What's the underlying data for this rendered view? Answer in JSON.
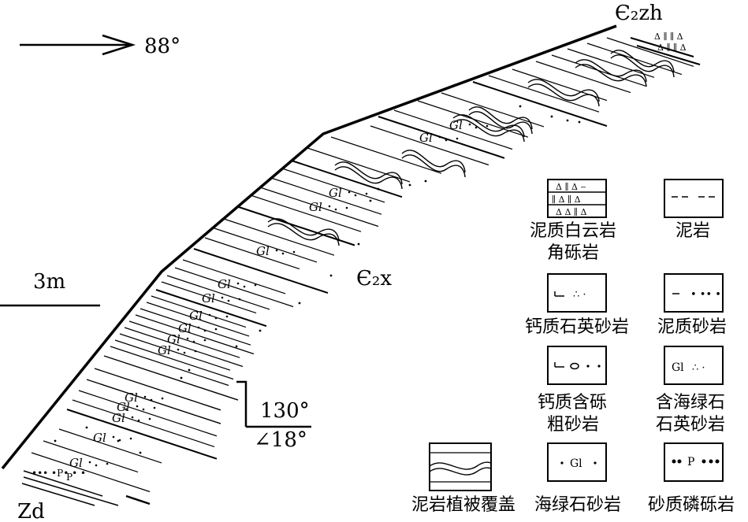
{
  "orientation": {
    "angle": "88°"
  },
  "scale": {
    "label": "3m"
  },
  "units": {
    "top": "Є₂zh",
    "middle": "Є₂x",
    "base": "Zd"
  },
  "attitude": {
    "dip_direction": "130°",
    "dip_angle": "∠18°"
  },
  "bed_marker": "Gl",
  "legend": [
    {
      "id": "argillaceous-dolomite-breccia",
      "label_line1": "泥质白云岩",
      "label_line2": "角砾岩"
    },
    {
      "id": "mudstone",
      "label_line1": "泥岩",
      "label_line2": ""
    },
    {
      "id": "calcareous-quartz-sandstone",
      "label_line1": "钙质石英砂岩",
      "label_line2": ""
    },
    {
      "id": "argillaceous-sandstone",
      "label_line1": "泥质砂岩",
      "label_line2": ""
    },
    {
      "id": "calcareous-pebbly-coarse-sandstone",
      "label_line1": "钙质含砾",
      "label_line2": "粗砂岩"
    },
    {
      "id": "glauconitic-quartz-sandstone",
      "label_line1": "含海绿石",
      "label_line2": "石英砂岩"
    },
    {
      "id": "mudstone-vegetation-cover",
      "label_line1": "泥岩植被覆盖",
      "label_line2": ""
    },
    {
      "id": "glauconite-sandstone",
      "label_line1": "海绿石砂岩",
      "label_line2": ""
    },
    {
      "id": "sandy-phosphorite-conglomerate",
      "label_line1": "砂质磷砾岩",
      "label_line2": ""
    }
  ],
  "legend_symbols": {
    "gl": "Gl",
    "p": "P"
  }
}
